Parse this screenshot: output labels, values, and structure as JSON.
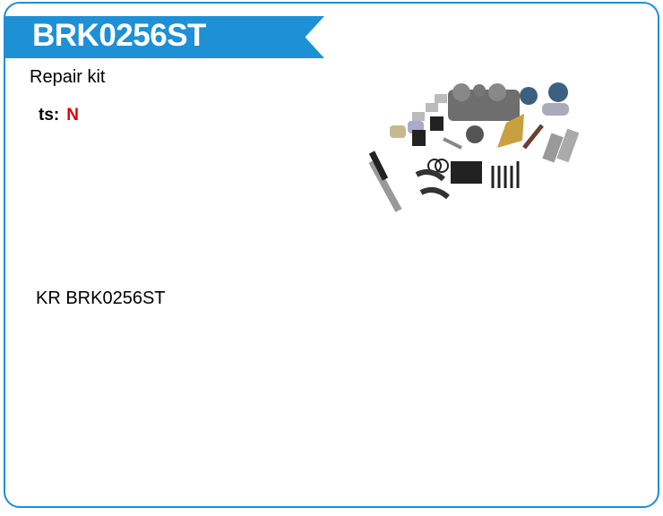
{
  "product": {
    "code": "BRK0256ST",
    "description": "Repair kit",
    "ts_label": "ts:",
    "ts_value": "N",
    "cross_reference": "KR BRK0256ST"
  },
  "colors": {
    "accent": "#1e90d6",
    "ts_value": "#e00000"
  },
  "image": {
    "icon": "repair-kit-photo"
  }
}
